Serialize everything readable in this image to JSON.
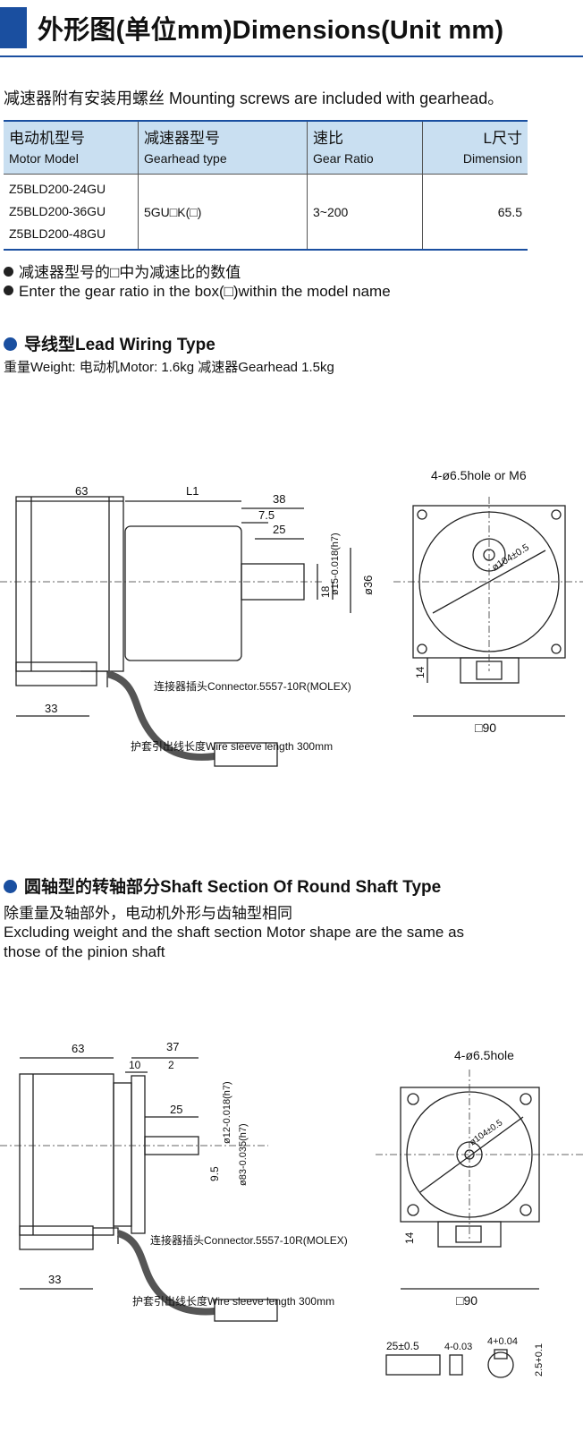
{
  "header": {
    "title": "外形图(单位mm)Dimensions(Unit  mm)"
  },
  "note": "减速器附有安装用螺丝 Mounting screws are included with gearhead。",
  "table": {
    "headers": [
      {
        "cn": "电动机型号",
        "en": "Motor Model"
      },
      {
        "cn": "减速器型号",
        "en": "Gearhead type"
      },
      {
        "cn": "速比",
        "en": "Gear Ratio"
      },
      {
        "cn": "L尺寸",
        "en": "Dimension"
      }
    ],
    "models": [
      "Z5BLD200-24GU",
      "Z5BLD200-36GU",
      "Z5BLD200-48GU"
    ],
    "gearhead": "5GU□K(□)",
    "ratio": "3~200",
    "dimension": "65.5"
  },
  "bullets": [
    "减速器型号的□中为减速比的数值",
    "Enter the gear ratio in the box(□)within the model name"
  ],
  "lead": {
    "title": "导线型Lead Wiring Type",
    "weight": "重量Weight: 电动机Motor: 1.6kg  减速器Gearhead  1.5kg",
    "dims": {
      "d63": "63",
      "dL1": "L1",
      "d38": "38",
      "d75": "7.5",
      "d25": "25",
      "shaft": "ø15-0.018(h7)",
      "d36": "ø36",
      "d18": "18",
      "d33": "33",
      "d14": "14",
      "sq90": "□90",
      "hole": "4-ø6.5hole or M6",
      "pcd": "ø104±0.5"
    },
    "connector": "连接器插头Connector.5557-10R(MOLEX)",
    "sleeve": "护套引出线长度Wire sleeve length 300mm"
  },
  "round": {
    "title": "圆轴型的转轴部分Shaft Section Of Round Shaft Type",
    "desc_cn": "除重量及轴部外，电动机外形与齿轴型相同",
    "desc_en1": "Excluding weight and the shaft section Motor shape are the same as",
    "desc_en2": "those of the pinion shaft",
    "dims": {
      "d63": "63",
      "d37": "37",
      "d10": "10",
      "d2": "2",
      "d25": "25",
      "shaft": "ø12-0.018(h7)",
      "pilot": "ø83-0.035(h7)",
      "d95": "9.5",
      "d33": "33",
      "d14": "14",
      "sq90": "□90",
      "hole": "4-ø6.5hole",
      "pcd": "ø104±0.5",
      "key": "25±0.5",
      "keyw": "4-0.03",
      "keyh": "4+0.04",
      "keyd": "2.5+0.1"
    },
    "connector": "连接器插头Connector.5557-10R(MOLEX)",
    "sleeve": "护套引出线长度Wire sleeve length 300mm"
  }
}
